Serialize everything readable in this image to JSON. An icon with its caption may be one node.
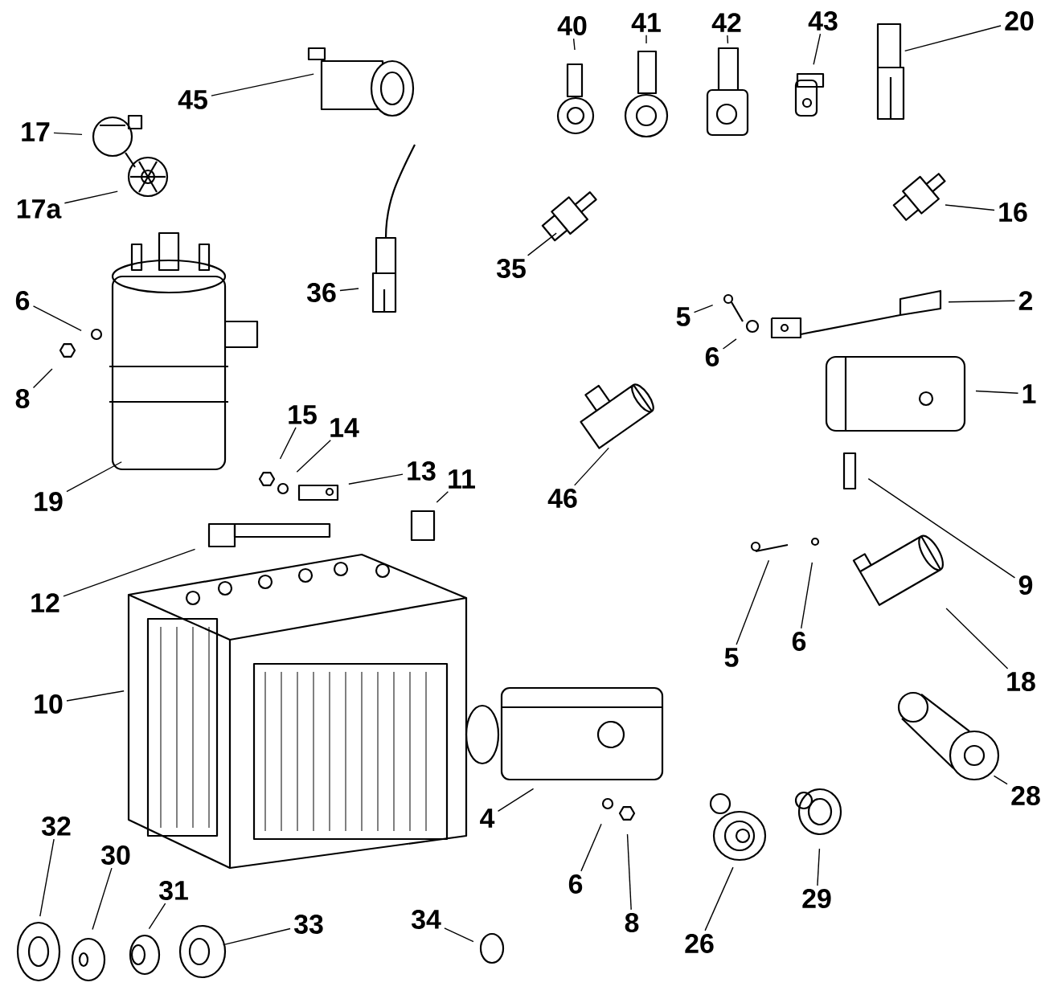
{
  "diagram": {
    "nodes": [
      {
        "text": [
          "40"
        ]
      },
      {
        "text": [
          "41"
        ]
      },
      {
        "text": [
          "42"
        ]
      },
      {
        "text": [
          "43"
        ]
      },
      {
        "text": [
          "20"
        ]
      },
      {
        "text": [
          "45"
        ]
      },
      {
        "text": [
          "17"
        ]
      },
      {
        "text": [
          "17a"
        ]
      },
      {
        "text": [
          "16"
        ]
      },
      {
        "text": [
          "35"
        ]
      },
      {
        "text": [
          "36"
        ]
      },
      {
        "text": [
          "6"
        ]
      },
      {
        "text": [
          "5"
        ]
      },
      {
        "text": [
          "2"
        ]
      },
      {
        "text": [
          "6"
        ]
      },
      {
        "text": [
          "8"
        ]
      },
      {
        "text": [
          "1"
        ]
      },
      {
        "text": [
          "15"
        ]
      },
      {
        "text": [
          "14"
        ]
      },
      {
        "text": [
          "13"
        ]
      },
      {
        "text": [
          "46"
        ]
      },
      {
        "text": [
          "11"
        ]
      },
      {
        "text": [
          "19"
        ]
      },
      {
        "text": [
          "9"
        ]
      },
      {
        "text": [
          "12"
        ]
      },
      {
        "text": [
          "5"
        ]
      },
      {
        "text": [
          "6"
        ]
      },
      {
        "text": [
          "18"
        ]
      },
      {
        "text": [
          "10"
        ]
      },
      {
        "text": [
          "28"
        ]
      },
      {
        "text": [
          "4"
        ]
      },
      {
        "text": [
          "32"
        ]
      },
      {
        "text": [
          "30"
        ]
      },
      {
        "text": [
          "6"
        ]
      },
      {
        "text": [
          "31"
        ]
      },
      {
        "text": [
          "29"
        ]
      },
      {
        "text": [
          "34"
        ]
      },
      {
        "text": [
          "33"
        ]
      },
      {
        "text": [
          "8"
        ]
      },
      {
        "text": [
          "26"
        ]
      }
    ],
    "edges": [
      {
        "from": 0,
        "to": null,
        "arrow": "none"
      },
      {
        "from": 1,
        "to": null,
        "arrow": "none"
      },
      {
        "from": 2,
        "to": null,
        "arrow": "none"
      },
      {
        "from": 3,
        "to": null,
        "arrow": "none"
      },
      {
        "from": 4,
        "to": null,
        "arrow": "none"
      },
      {
        "from": 5,
        "to": null,
        "arrow": "none"
      },
      {
        "from": 6,
        "to": null,
        "arrow": "none"
      },
      {
        "from": 7,
        "to": null,
        "arrow": "none"
      },
      {
        "from": 8,
        "to": null,
        "arrow": "none"
      },
      {
        "from": 9,
        "to": null,
        "arrow": "none"
      },
      {
        "from": 10,
        "to": null,
        "arrow": "none"
      },
      {
        "from": 11,
        "to": null,
        "arrow": "none"
      },
      {
        "from": 12,
        "to": null,
        "arrow": "none"
      },
      {
        "from": 13,
        "to": null,
        "arrow": "none"
      },
      {
        "from": 14,
        "to": null,
        "arrow": "none"
      },
      {
        "from": 15,
        "to": null,
        "arrow": "none"
      },
      {
        "from": 16,
        "to": null,
        "arrow": "none"
      },
      {
        "from": 17,
        "to": null,
        "arrow": "none"
      },
      {
        "from": 18,
        "to": null,
        "arrow": "none"
      },
      {
        "from": 19,
        "to": null,
        "arrow": "none"
      },
      {
        "from": 20,
        "to": null,
        "arrow": "none"
      },
      {
        "from": 21,
        "to": null,
        "arrow": "none"
      },
      {
        "from": 22,
        "to": null,
        "arrow": "none"
      },
      {
        "from": 23,
        "to": null,
        "arrow": "none"
      },
      {
        "from": 24,
        "to": null,
        "arrow": "none"
      },
      {
        "from": 25,
        "to": null,
        "arrow": "none"
      },
      {
        "from": 26,
        "to": null,
        "arrow": "none"
      },
      {
        "from": 27,
        "to": null,
        "arrow": "none"
      },
      {
        "from": 28,
        "to": null,
        "arrow": "none"
      },
      {
        "from": 29,
        "to": null,
        "arrow": "none"
      },
      {
        "from": 30,
        "to": null,
        "arrow": "none"
      },
      {
        "from": 31,
        "to": null,
        "arrow": "none"
      },
      {
        "from": 32,
        "to": null,
        "arrow": "none"
      },
      {
        "from": 33,
        "to": null,
        "arrow": "none"
      },
      {
        "from": 34,
        "to": null,
        "arrow": "none"
      },
      {
        "from": 35,
        "to": null,
        "arrow": "none"
      },
      {
        "from": 36,
        "to": null,
        "arrow": "none"
      },
      {
        "from": 37,
        "to": null,
        "arrow": "none"
      },
      {
        "from": 38,
        "to": null,
        "arrow": "none"
      },
      {
        "from": 39,
        "to": null,
        "arrow": "none"
      }
    ]
  }
}
